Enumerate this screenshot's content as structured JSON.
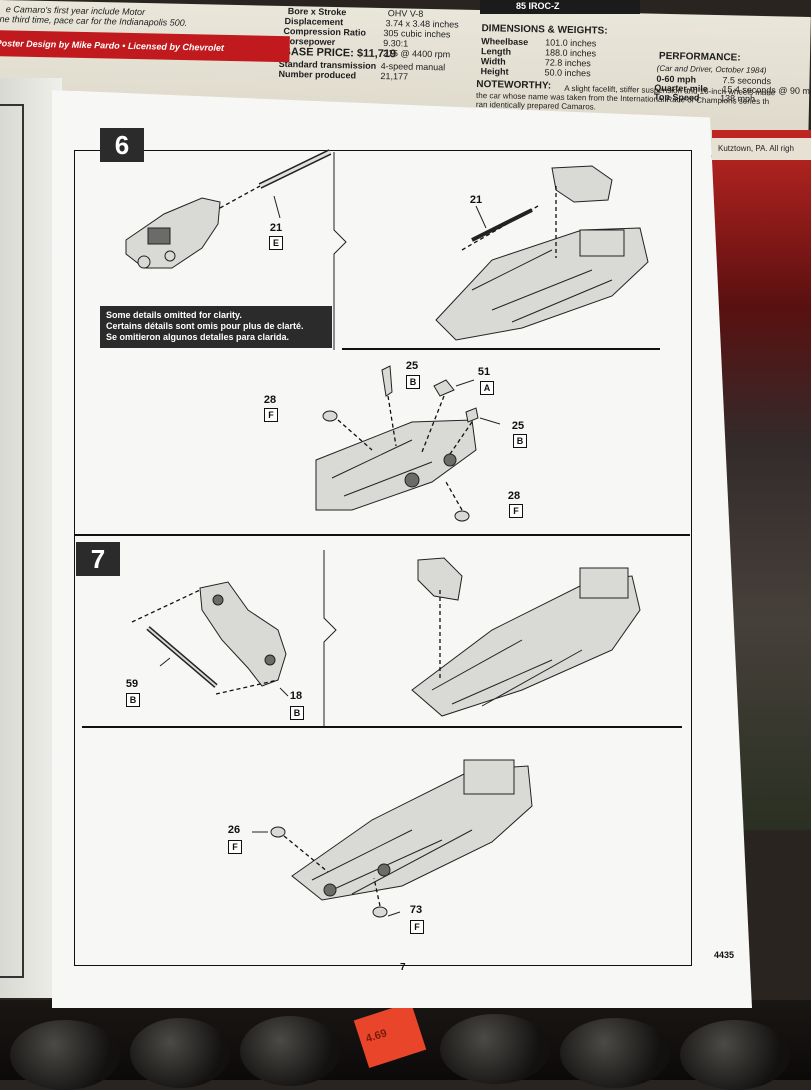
{
  "poster": {
    "line1": "e Camaro's first year include Motor",
    "line2": "ne third time, pace car for the Indianapolis 500.",
    "credit": "Poster Design by Mike Pardo • Licensed by Chevrolet",
    "specs": [
      {
        "label": "Bore x Stroke",
        "value": "OHV V-8"
      },
      {
        "label": "Displacement",
        "value": "3.74 x 3.48 inches"
      },
      {
        "label": "Compression Ratio",
        "value": "305 cubic inches"
      },
      {
        "label": "Horsepower",
        "value": "9.30:1"
      }
    ],
    "hp_value": "215 @ 4400 rpm",
    "base_price": "BASE PRICE: $11,719",
    "transmission_label": "Standard transmission",
    "transmission_value": "4-speed manual",
    "produced_label": "Number produced",
    "produced_value": "21,177",
    "model_tag": "85 IROC-Z",
    "dimensions_title": "DIMENSIONS & WEIGHTS:",
    "dimensions": [
      {
        "label": "Wheelbase",
        "value": "101.0 inches"
      },
      {
        "label": "Length",
        "value": "188.0 inches"
      },
      {
        "label": "Width",
        "value": "72.8 inches"
      },
      {
        "label": "Height",
        "value": "50.0 inches"
      }
    ],
    "performance_title": "PERFORMANCE:",
    "performance_source": "(Car and Driver, October 1984)",
    "performance": [
      {
        "label": "0-60 mph",
        "value": "7.5 seconds"
      },
      {
        "label": "Quarter-mile",
        "value": "15.4 seconds @ 90 mph"
      },
      {
        "label": "Top Speed",
        "value": "138 mph"
      }
    ],
    "noteworthy_label": "NOTEWORTHY:",
    "noteworthy_text1": "A slight facelift, stiffer suspension and 16-inch wheels made",
    "noteworthy_text2": "the car whose name was taken from the International Race of Champions series th",
    "noteworthy_text3": "ran identically prepared Camaros.",
    "kutztown": "Kutztown, PA. All righ"
  },
  "sheet": {
    "step6": {
      "number": "6",
      "note_lines": [
        "Some details omitted for clarity.",
        "Certains détails sont omis pour plus de clarté.",
        "Se omitieron algunos detalles para clarida."
      ],
      "parts": [
        {
          "num": "21",
          "tree": "E"
        },
        {
          "num": "21",
          "tree": ""
        },
        {
          "num": "25",
          "tree": "B"
        },
        {
          "num": "51",
          "tree": "A"
        },
        {
          "num": "28",
          "tree": "F"
        },
        {
          "num": "25",
          "tree": "B"
        },
        {
          "num": "28",
          "tree": "F"
        }
      ]
    },
    "step7": {
      "number": "7",
      "parts": [
        {
          "num": "59",
          "tree": "B"
        },
        {
          "num": "18",
          "tree": "B"
        },
        {
          "num": "26",
          "tree": "F"
        },
        {
          "num": "73",
          "tree": "F"
        }
      ]
    },
    "page_number": "7",
    "kit_number": "4435"
  },
  "tray": {
    "price_label": "4.69"
  }
}
